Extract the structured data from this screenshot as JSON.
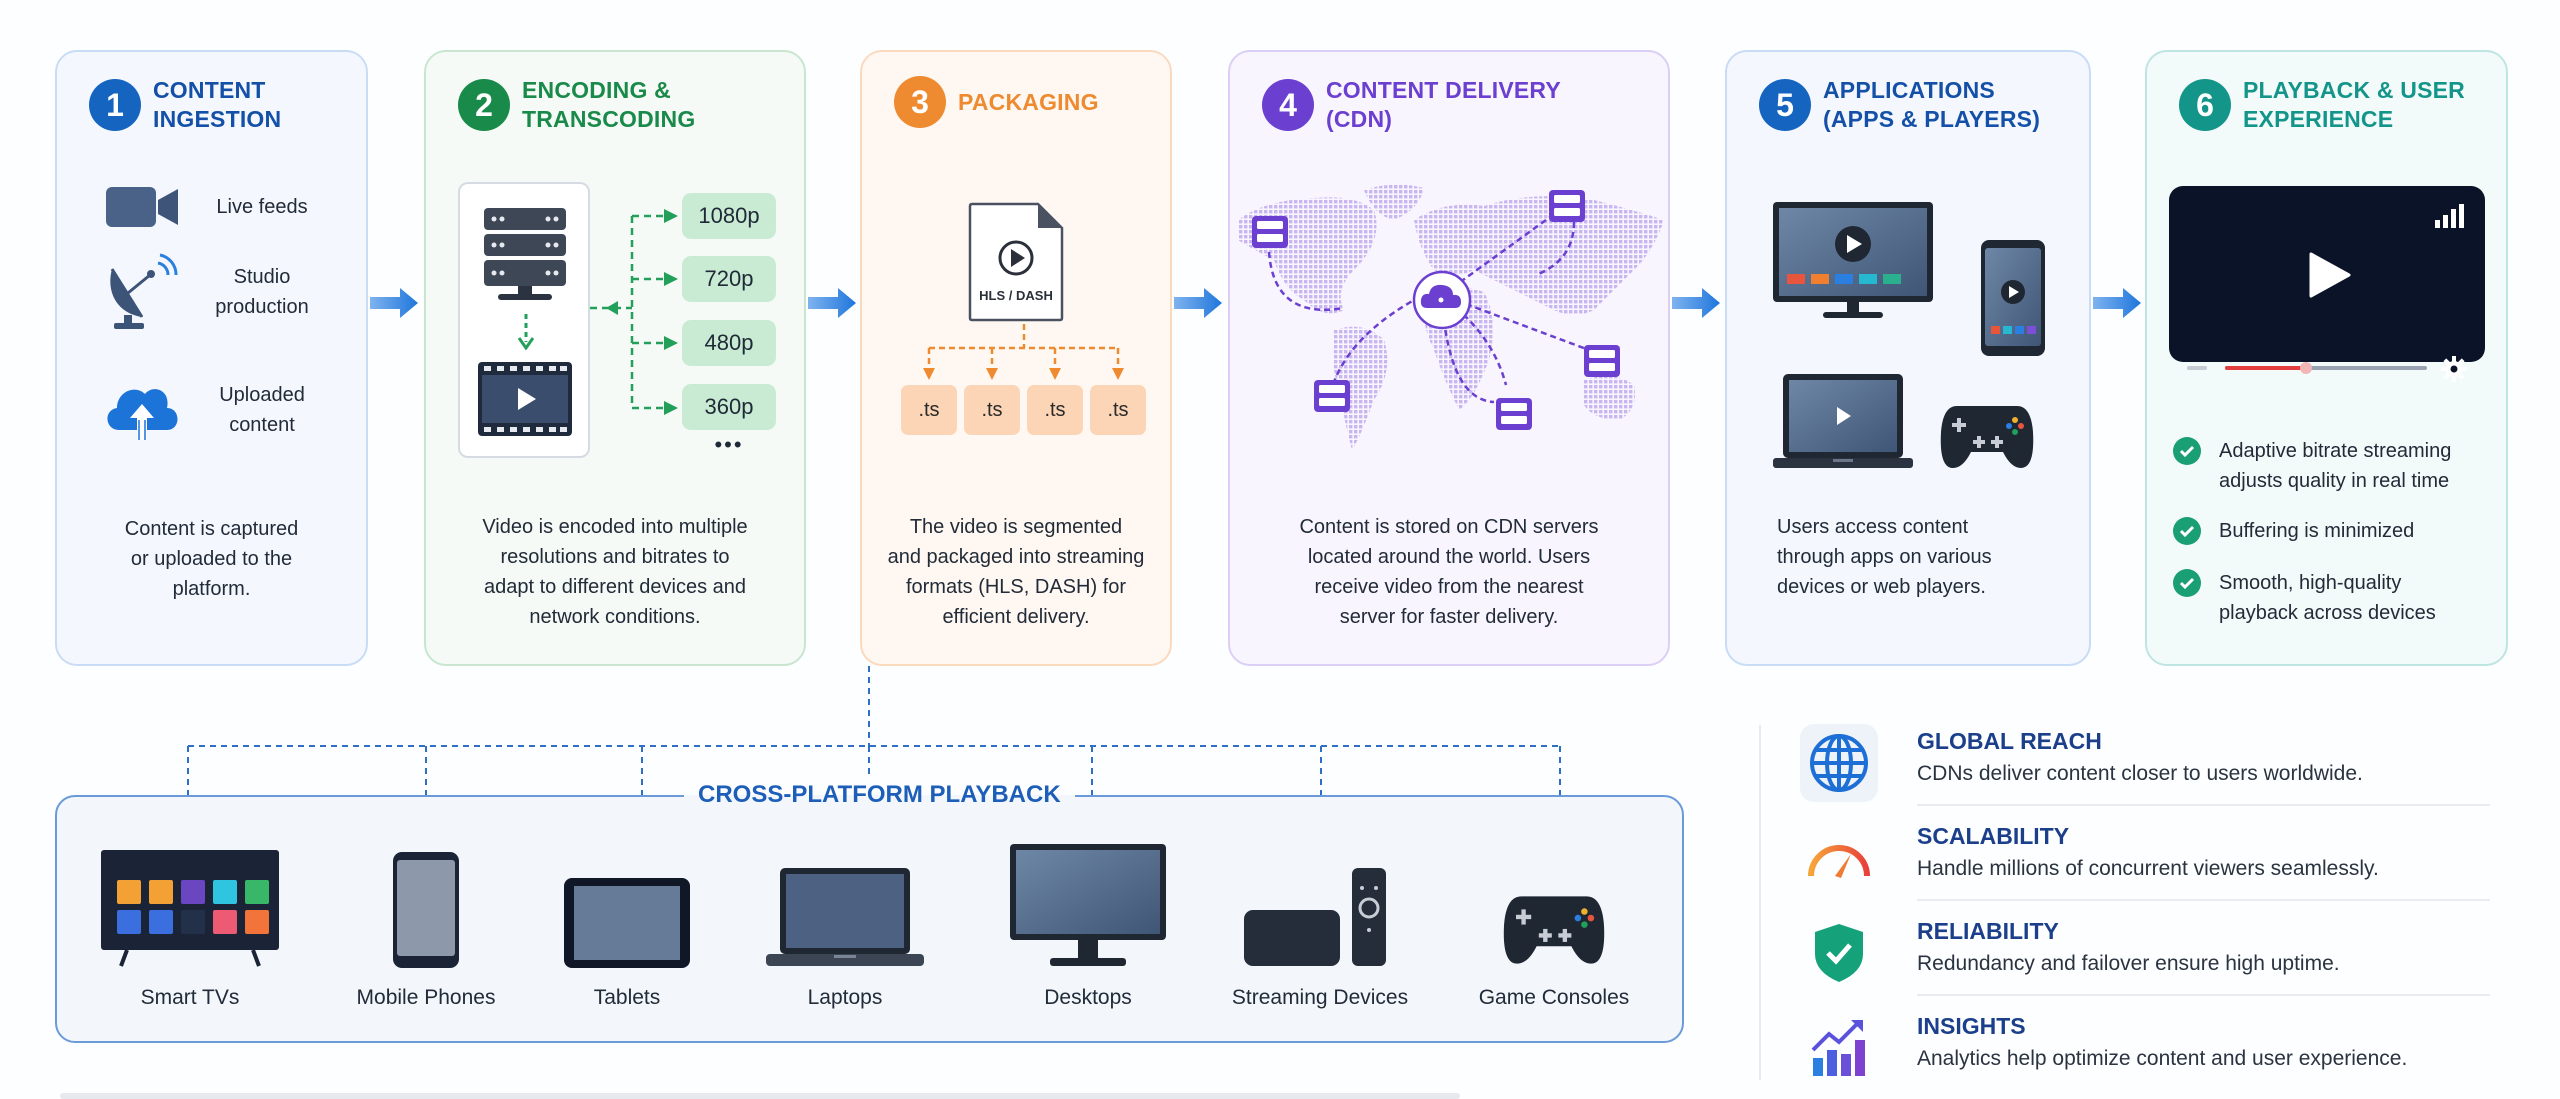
{
  "colors": {
    "step1": "#1565c0",
    "step2": "#1a8a4a",
    "step3": "#ee8a2f",
    "step4": "#6b3fd0",
    "step5": "#1565c0",
    "step6": "#14958a",
    "flow_arrow": "#2a7fe0",
    "cross_platform": "#1d5eb8"
  },
  "steps": [
    {
      "number": "1",
      "title": "CONTENT\nINGESTION",
      "sources": [
        {
          "icon": "video-camera-icon",
          "label": "Live feeds"
        },
        {
          "icon": "satellite-dish-icon",
          "label": "Studio\nproduction"
        },
        {
          "icon": "cloud-upload-icon",
          "label": "Uploaded\ncontent"
        }
      ],
      "description": "Content is captured\nor uploaded to the\nplatform."
    },
    {
      "number": "2",
      "title": "ENCODING &\nTRANSCODING",
      "resolutions": [
        "1080p",
        "720p",
        "480p",
        "360p"
      ],
      "more": "•••",
      "description": "Video is encoded into multiple\nresolutions and bitrates to\nadapt to different devices and\nnetwork conditions."
    },
    {
      "number": "3",
      "title": "PACKAGING",
      "manifest_label": "HLS / DASH",
      "segments": [
        ".ts",
        ".ts",
        ".ts",
        ".ts"
      ],
      "description": "The video is segmented\nand packaged into streaming\nformats (HLS, DASH) for\nefficient delivery."
    },
    {
      "number": "4",
      "title": "CONTENT DELIVERY\n(CDN)",
      "description": "Content is stored on CDN servers\nlocated around the world. Users\nreceive video from the nearest\nserver for faster delivery."
    },
    {
      "number": "5",
      "title": "APPLICATIONS\n(APPS & PLAYERS)",
      "description": "Users access content\nthrough apps on various\ndevices or web players."
    },
    {
      "number": "6",
      "title": "PLAYBACK & USER\nEXPERIENCE",
      "player_progress": 0.4,
      "checks": [
        "Adaptive bitrate streaming\nadjusts quality in real time",
        "Buffering is minimized",
        "Smooth, high-quality\nplayback across devices"
      ]
    }
  ],
  "cross_platform": {
    "title": "CROSS-PLATFORM PLAYBACK",
    "devices": [
      {
        "icon": "smart-tv-icon",
        "label": "Smart TVs"
      },
      {
        "icon": "mobile-phone-icon",
        "label": "Mobile Phones"
      },
      {
        "icon": "tablet-icon",
        "label": "Tablets"
      },
      {
        "icon": "laptop-icon",
        "label": "Laptops"
      },
      {
        "icon": "desktop-icon",
        "label": "Desktops"
      },
      {
        "icon": "streaming-device-icon",
        "label": "Streaming Devices"
      },
      {
        "icon": "game-console-icon",
        "label": "Game Consoles"
      }
    ]
  },
  "benefits": [
    {
      "icon": "globe-icon",
      "title": "GLOBAL REACH",
      "text": "CDNs deliver content closer to users worldwide."
    },
    {
      "icon": "speedometer-icon",
      "title": "SCALABILITY",
      "text": "Handle millions of concurrent viewers seamlessly."
    },
    {
      "icon": "shield-check-icon",
      "title": "RELIABILITY",
      "text": "Redundancy and failover ensure high uptime."
    },
    {
      "icon": "analytics-chart-icon",
      "title": "INSIGHTS",
      "text": "Analytics help optimize content and user experience."
    }
  ]
}
